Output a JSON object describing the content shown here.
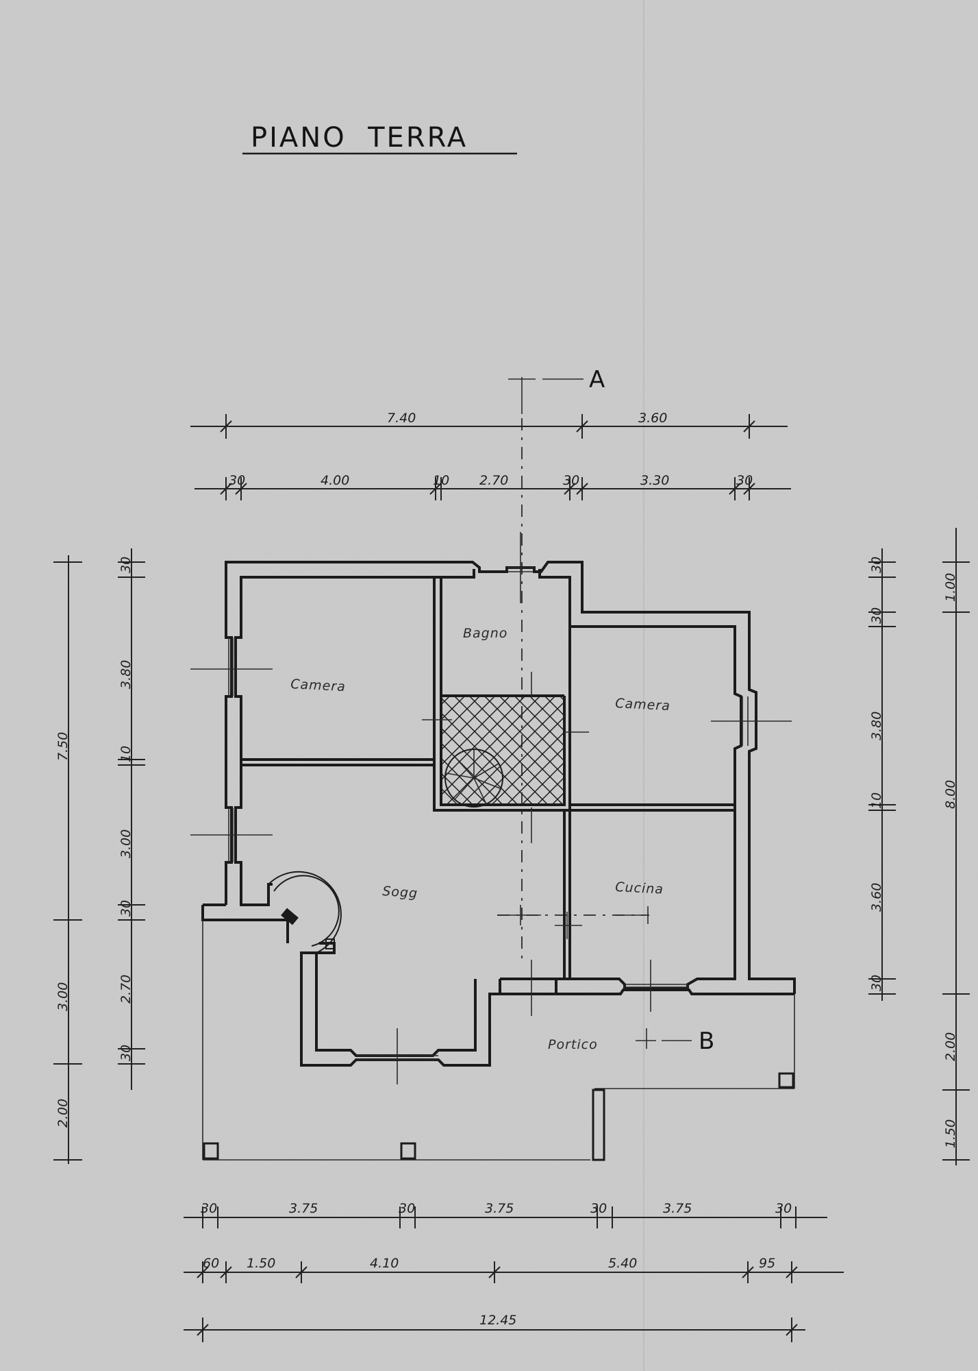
{
  "title": "PIANO  TERRA",
  "section_marks": {
    "a": "A",
    "b": "B"
  },
  "rooms": {
    "camera_left": "Camera",
    "bagno": "Bagno",
    "camera_right": "Camera",
    "soggiorno": "Sogg",
    "cucina": "Cucina",
    "portico": "Portico"
  },
  "dimensions": {
    "top_row1": [
      "7.40",
      "3.60"
    ],
    "top_row2": [
      "30",
      "4.00",
      "10",
      "2.70",
      "30",
      "3.30",
      "30"
    ],
    "left_outer": [
      "7.50",
      "3.00",
      "2.00"
    ],
    "left_inner": [
      "30",
      "3.80",
      "10",
      "3.00",
      "30",
      "2.70",
      "30"
    ],
    "right_inner": [
      "30",
      "30",
      "3.80",
      "10",
      "3.60",
      "30"
    ],
    "right_outer": [
      "1.00",
      "8.00",
      "2.00",
      "1.50"
    ],
    "bottom_row1": [
      "30",
      "3.75",
      "30",
      "3.75",
      "30",
      "3.75",
      "30"
    ],
    "bottom_row2": [
      "60",
      "1.50",
      "4.10",
      "5.40",
      "95"
    ],
    "bottom_total": "12.45"
  }
}
